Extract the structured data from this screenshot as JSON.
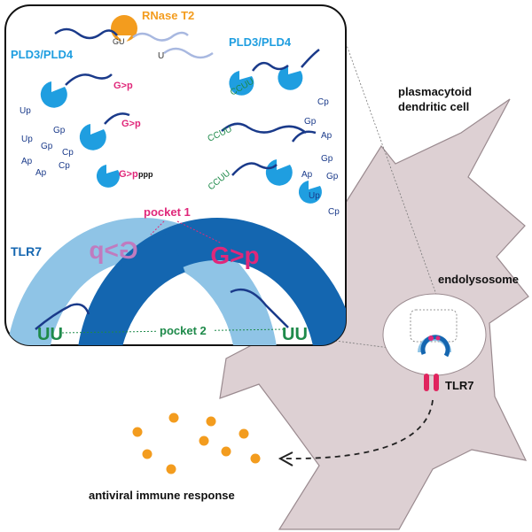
{
  "labels": {
    "rnase_t2": "RNase T2",
    "pld_left": "PLD3/PLD4",
    "pld_right": "PLD3/PLD4",
    "pdc_line1": "plasmacytoid",
    "pdc_line2": "dendritic cell",
    "endolysosome": "endolysosome",
    "tlr7_inset": "TLR7",
    "tlr7_cell": "TLR7",
    "pocket1": "pocket 1",
    "pocket2": "pocket 2",
    "gp_big": "G>p",
    "gp_big_mirror": "G>p",
    "uu_left": "UU",
    "uu_right": "UU",
    "antiviral": "antiviral immune response"
  },
  "fragments": {
    "gp_small_1": "G>p",
    "gp_small_2": "G>p",
    "gp_small_3": "G>p",
    "ppp": "ppp",
    "gu_top": "GU",
    "u_top": "U",
    "ccuu_1": "CCUU",
    "ccuu_2": "CCUU",
    "ccuu_3": "CCUU"
  },
  "nucleotides_left": [
    "Up",
    "Gp",
    "Up",
    "Gp",
    "Cp",
    "Ap",
    "Ap",
    "Cp"
  ],
  "nucleotides_right": [
    "Cp",
    "Gp",
    "Ap",
    "Gp",
    "Ap",
    "Gp",
    "Up",
    "Cp"
  ],
  "colors": {
    "pld_enzyme": "#1f9ee0",
    "rnase": "#f39c1e",
    "rna_strand": "#1a3a8a",
    "tlr7_light": "#8fc4e6",
    "tlr7_dark": "#1466b0",
    "magenta": "#e0287a",
    "green": "#1e8a4a",
    "cell_fill": "#ddd0d3",
    "orange_dot": "#f39c1e"
  }
}
